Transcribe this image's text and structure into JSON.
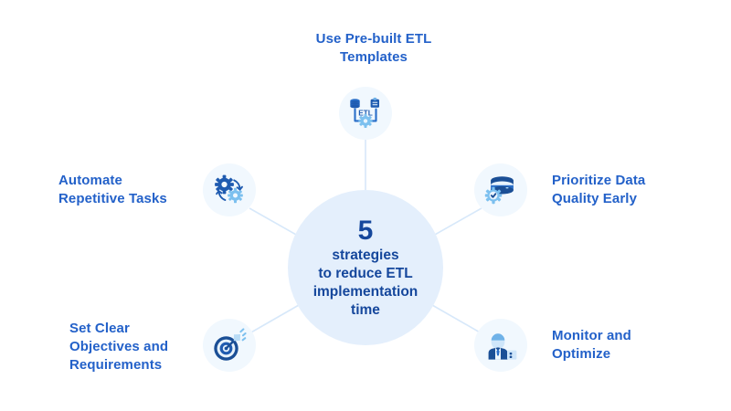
{
  "diagram": {
    "type": "hub-and-spoke",
    "background_color": "#ffffff",
    "accent_color": "#2361c9",
    "hub_text_color": "#15479c",
    "hub_fill_color": "#e4effc",
    "node_fill_color": "#f1f8fe",
    "connector_color": "#d7e8fa"
  },
  "hub": {
    "number": "5",
    "lines": [
      "strategies",
      "to reduce ETL",
      "implementation",
      "time"
    ],
    "full_text": "5 strategies to reduce ETL implementation time"
  },
  "nodes": [
    {
      "id": "pre-built-etl-templates",
      "position": "top",
      "label_lines": [
        "Use Pre-built ETL",
        "Templates"
      ],
      "label": "Use Pre-built ETL Templates",
      "icon_name": "etl-pipeline-icon",
      "icon_caption": "ETL"
    },
    {
      "id": "automate-repetitive-tasks",
      "position": "top-left",
      "label_lines": [
        "Automate",
        "Repetitive Tasks"
      ],
      "label": "Automate Repetitive Tasks",
      "icon_name": "gears-automation-icon"
    },
    {
      "id": "prioritize-data-quality-early",
      "position": "top-right",
      "label_lines": [
        "Prioritize Data",
        "Quality Early"
      ],
      "label": "Prioritize Data Quality Early",
      "icon_name": "database-quality-badge-icon"
    },
    {
      "id": "set-clear-objectives-and-requirements",
      "position": "bottom-left",
      "label_lines": [
        "Set Clear",
        "Objectives and",
        "Requirements"
      ],
      "label": "Set Clear Objectives and Requirements",
      "icon_name": "target-dart-icon"
    },
    {
      "id": "monitor-and-optimize",
      "position": "bottom-right",
      "label_lines": [
        "Monitor and",
        "Optimize"
      ],
      "label": "Monitor and Optimize",
      "icon_name": "analyst-monitoring-icon"
    }
  ]
}
